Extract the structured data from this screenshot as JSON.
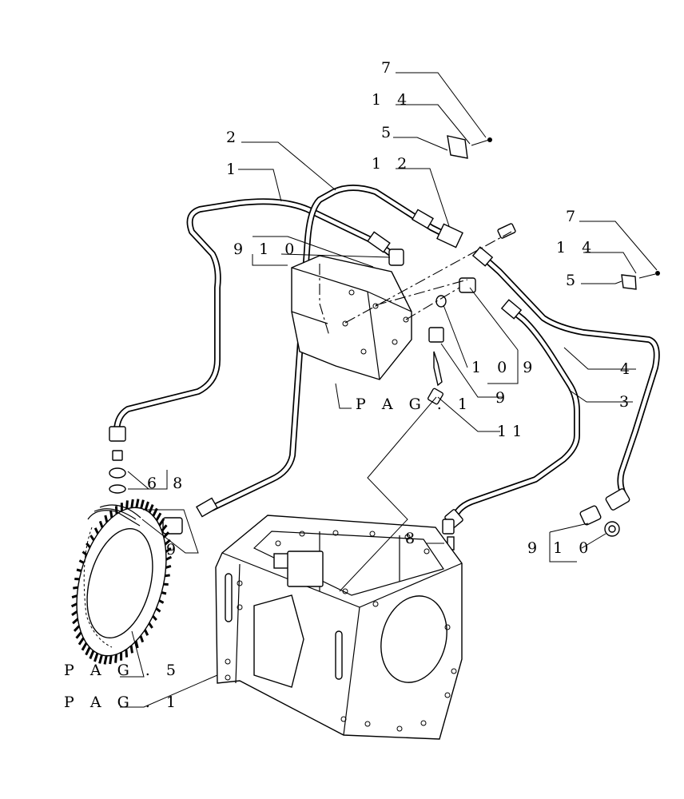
{
  "callouts": {
    "c7a": "7",
    "c14a": "1 4",
    "c5a": "5",
    "c2": "2",
    "c1": "1",
    "c12": "1 2",
    "c7b": "7",
    "c14b": "1 4",
    "c5b": "5",
    "c910a": "9 1 0",
    "c109": "1 0 9",
    "c4": "4",
    "c3": "3",
    "c9a": "9",
    "c11": "11",
    "c68": "6 8",
    "c9b": "9",
    "c8": "8",
    "c910b": "9 1 0",
    "pag1a": "P A G . 1",
    "pag5": "P A G . 5",
    "pag1b": "P A G . 1"
  }
}
